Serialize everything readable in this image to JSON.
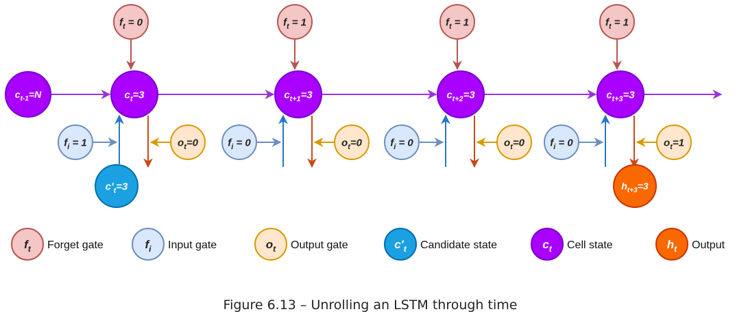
{
  "cells": [
    {
      "main": "c",
      "sub": "t",
      "val": "=3",
      "forget": {
        "main": "f",
        "sub": "t",
        "val": " = 0"
      },
      "input": {
        "main": "f",
        "sub": "i",
        "val": " = 1"
      },
      "output": {
        "main": "o",
        "sub": "t",
        "val": "=0"
      }
    },
    {
      "main": "c",
      "sub": "t+1",
      "val": "=3",
      "forget": {
        "main": "f",
        "sub": "t",
        "val": " = 1"
      },
      "input": {
        "main": "f",
        "sub": "i",
        "val": " = 0"
      },
      "output": {
        "main": "o",
        "sub": "t",
        "val": "=0"
      }
    },
    {
      "main": "c",
      "sub": "t+2",
      "val": "=3",
      "forget": {
        "main": "f",
        "sub": "t",
        "val": " = 1"
      },
      "input": {
        "main": "f",
        "sub": "i",
        "val": " = 0"
      },
      "output": {
        "main": "o",
        "sub": "t",
        "val": "=0"
      }
    },
    {
      "main": "c",
      "sub": "t+3",
      "val": "=3",
      "forget": {
        "main": "f",
        "sub": "t",
        "val": " = 1"
      },
      "input": {
        "main": "f",
        "sub": "i",
        "val": " = 0"
      },
      "output": {
        "main": "o",
        "sub": "t",
        "val": "=1"
      }
    }
  ],
  "initial_state": {
    "main": "c",
    "sub": "t-1",
    "val": "=N"
  },
  "candidate": {
    "main": "c'",
    "sub": "t",
    "val": "=3"
  },
  "final_output": {
    "main": "h",
    "sub": "t+3",
    "val": "=3"
  },
  "legend": [
    {
      "id": "forget",
      "sym": "f",
      "sub": "t",
      "label": "Forget gate"
    },
    {
      "id": "input",
      "sym": "f",
      "sub": "i",
      "label": "Input gate"
    },
    {
      "id": "output",
      "sym": "o",
      "sub": "t",
      "label": "Output gate"
    },
    {
      "id": "candidate",
      "sym": "c'",
      "sub": "t",
      "label": "Candidate state"
    },
    {
      "id": "cell",
      "sym": "c",
      "sub": "t",
      "label": "Cell state"
    },
    {
      "id": "out",
      "sym": "h",
      "sub": "t",
      "label": "Output"
    }
  ],
  "caption": "Figure 6.13 – Unrolling an LSTM through time",
  "colors": {
    "forget_fill": "#f4c6c6",
    "forget_stroke": "#b85450",
    "input_fill": "#dae8fc",
    "input_stroke": "#6c8ebf",
    "output_fill": "#ffe6cc",
    "output_stroke": "#d79b00",
    "candidate_fill": "#1ba1e2",
    "candidate_stroke": "#006eaf",
    "cell_fill": "#aa00ff",
    "cell_stroke": "#7700cc",
    "out_fill": "#fa6800",
    "out_stroke": "#c73500",
    "cell_line": "#9933dd",
    "input_line": "#2677c6",
    "output_line": "#c44a1b"
  }
}
